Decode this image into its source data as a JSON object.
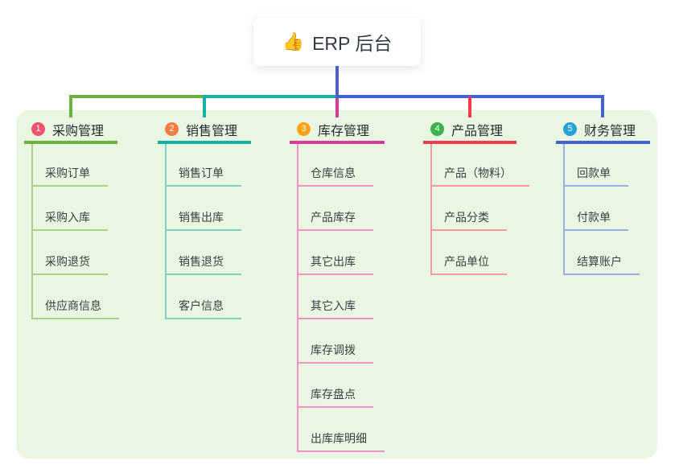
{
  "root": {
    "icon_glyph": "👍",
    "label": "ERP 后台"
  },
  "colors": {
    "panel_background": "#e9f6e1",
    "root_connector": "#5560d0",
    "branch_main": [
      "#6ab23c",
      "#13b2a4",
      "#dd399c",
      "#f43b4e",
      "#4362d2"
    ],
    "branch_child_line": [
      "#a8d385",
      "#7ed0c6",
      "#f092c5",
      "#f8989f",
      "#97afe4"
    ],
    "branch_badge": [
      "#f0536e",
      "#f57b41",
      "#fba313",
      "#3bb24b",
      "#27a1db"
    ]
  },
  "branches": [
    {
      "badge": "1",
      "title": "采购管理",
      "children": [
        "采购订单",
        "采购入库",
        "采购退货",
        "供应商信息"
      ]
    },
    {
      "badge": "2",
      "title": "销售管理",
      "children": [
        "销售订单",
        "销售出库",
        "销售退货",
        "客户信息"
      ]
    },
    {
      "badge": "3",
      "title": "库存管理",
      "children": [
        "仓库信息",
        "产品库存",
        "其它出库",
        "其它入库",
        "库存调拨",
        "库存盘点",
        "出库库明细"
      ]
    },
    {
      "badge": "4",
      "title": "产品管理",
      "children": [
        "产品（物料）",
        "产品分类",
        "产品单位"
      ]
    },
    {
      "badge": "5",
      "title": "财务管理",
      "children": [
        "回款单",
        "付款单",
        "结算账户"
      ]
    }
  ]
}
